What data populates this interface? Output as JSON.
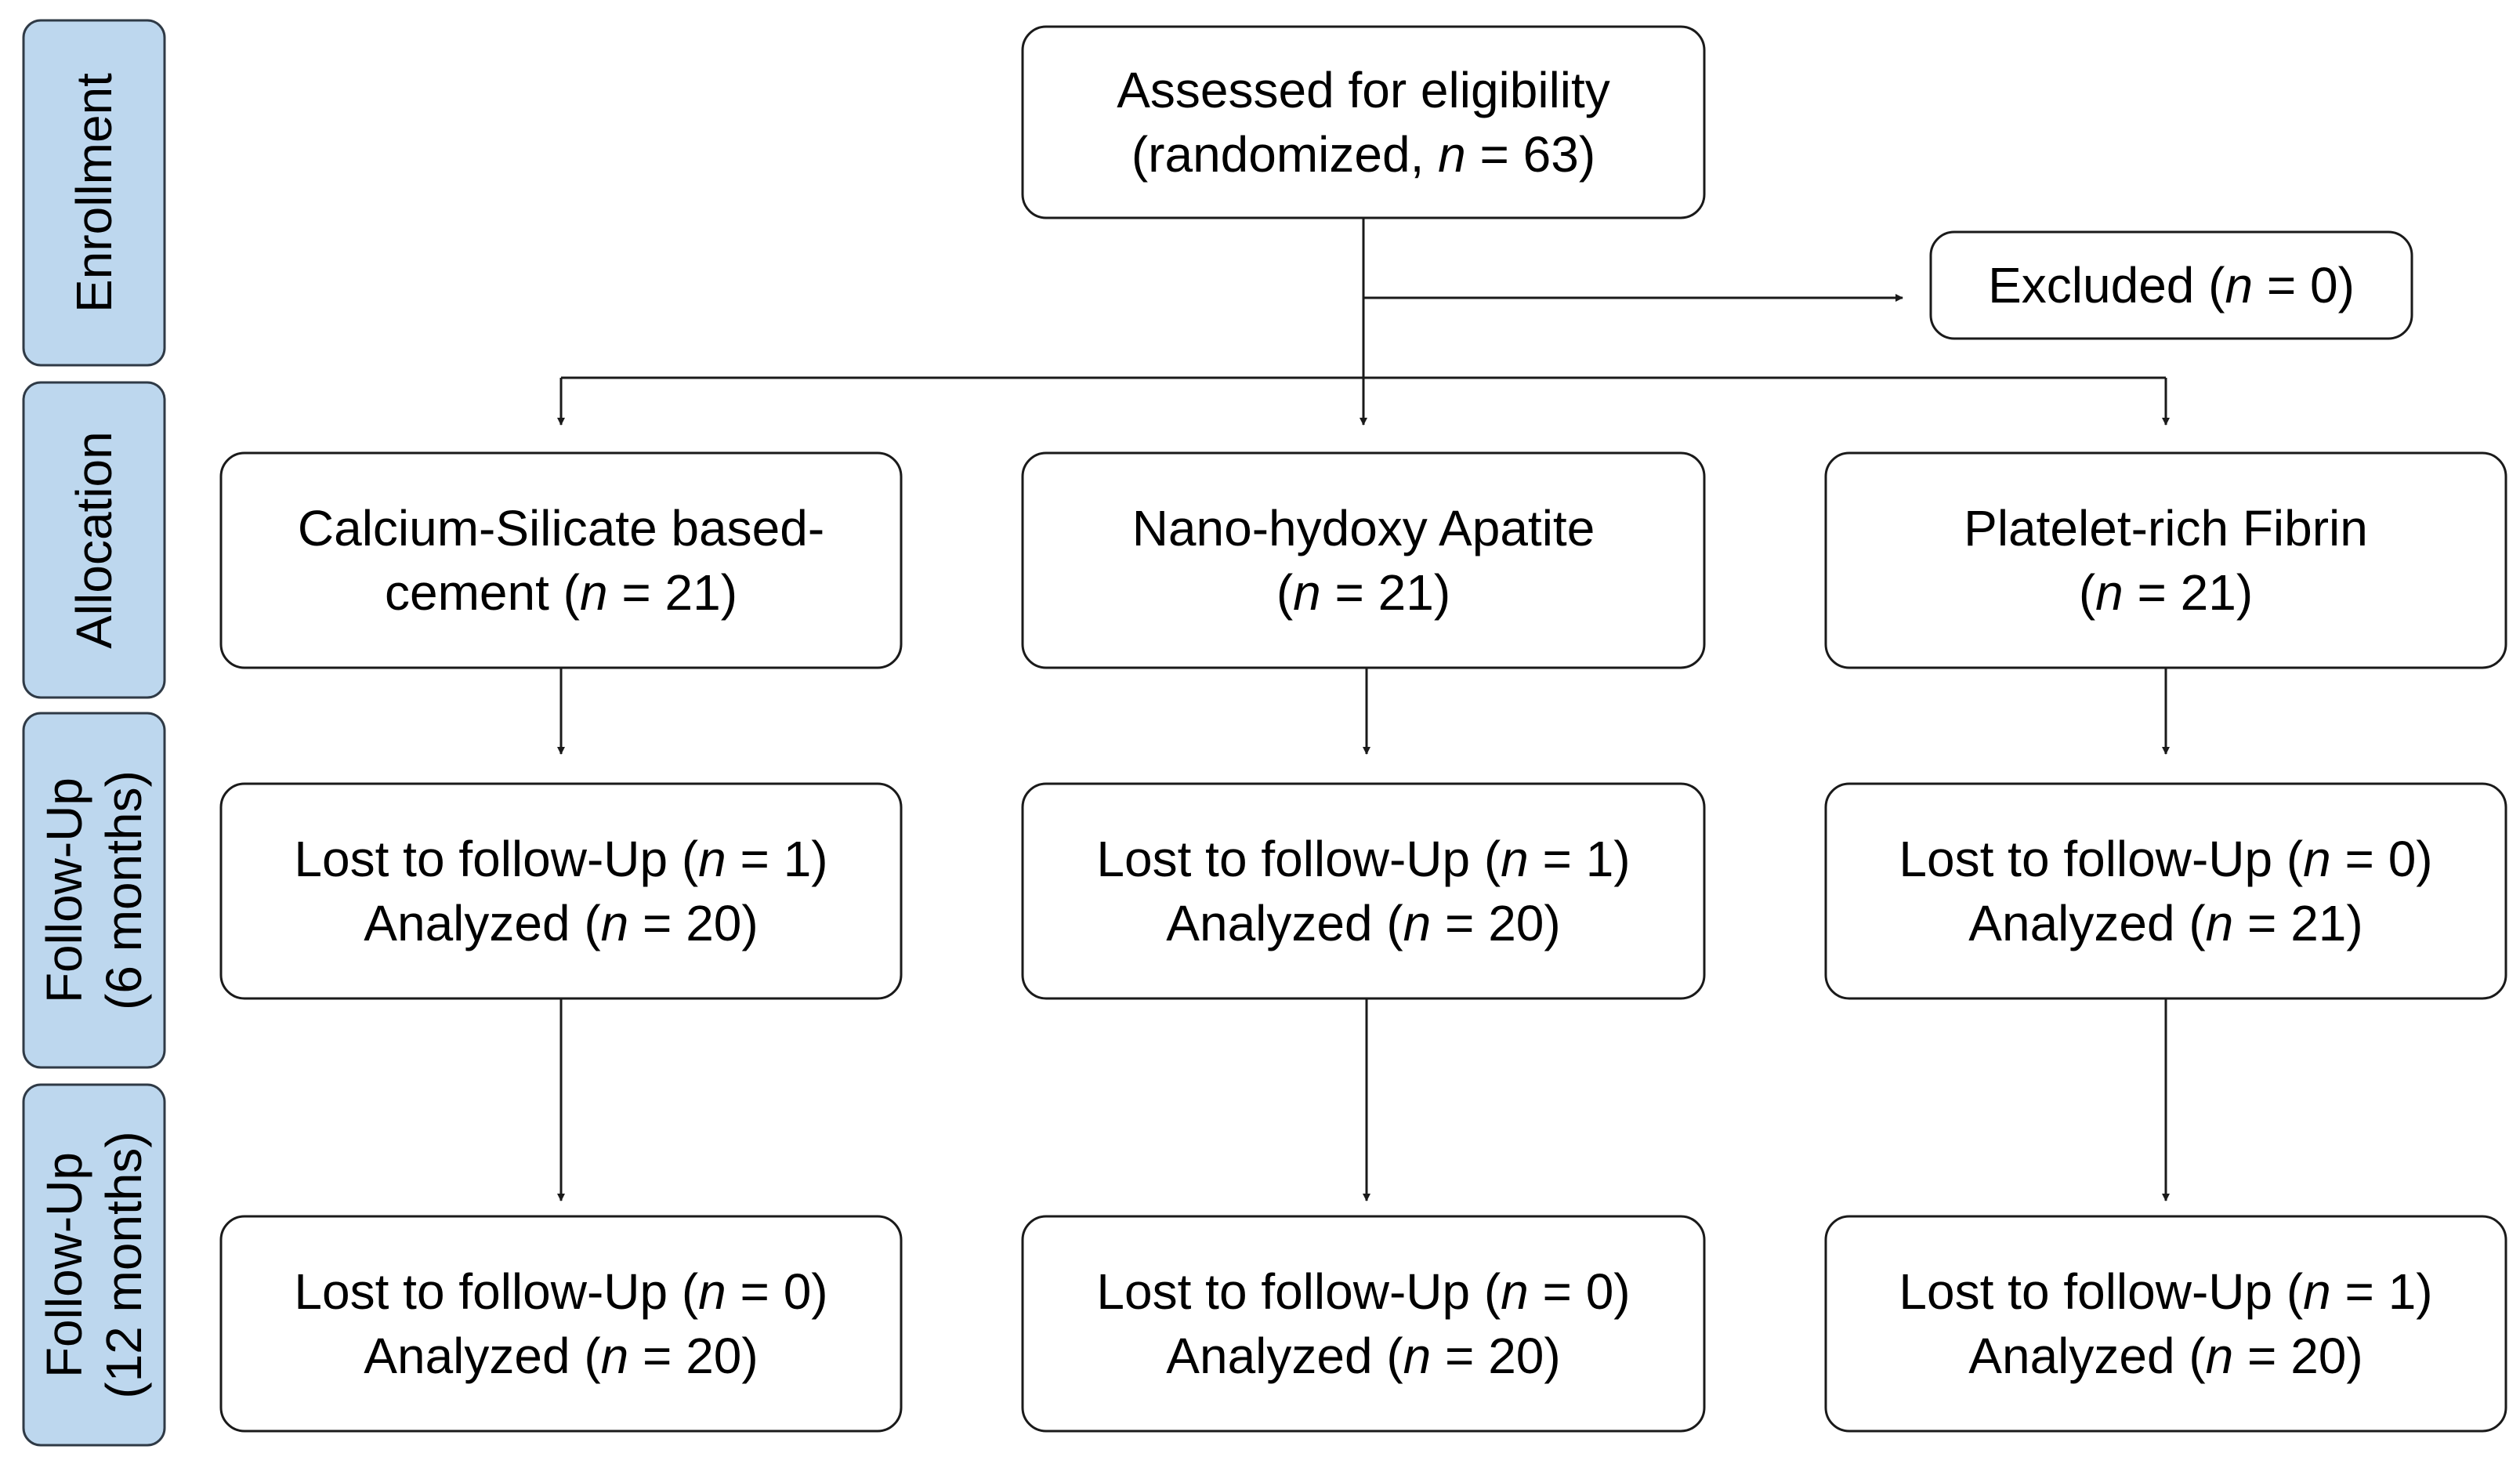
{
  "colors": {
    "stage_fill": "#bdd7ee",
    "stage_stroke": "#2f3a46",
    "box_stroke": "#1a1a1a",
    "line": "#1a1a1a"
  },
  "stages": [
    {
      "id": "enrollment",
      "lines": [
        "Enrollment"
      ]
    },
    {
      "id": "allocation",
      "lines": [
        "Allocation"
      ]
    },
    {
      "id": "followup6",
      "lines": [
        "Follow-Up",
        "(6 months)"
      ]
    },
    {
      "id": "followup12",
      "lines": [
        "Follow-Up",
        "(12 months)"
      ]
    }
  ],
  "boxes": {
    "eligibility": {
      "lines": [
        [
          {
            "t": "Assessed for eligibility"
          }
        ],
        [
          {
            "t": "(randomized, "
          },
          {
            "t": "n",
            "i": true
          },
          {
            "t": " = 63)"
          }
        ]
      ]
    },
    "excluded": {
      "lines": [
        [
          {
            "t": "Excluded ("
          },
          {
            "t": "n",
            "i": true
          },
          {
            "t": " = 0)"
          }
        ]
      ]
    },
    "alloc_csc": {
      "lines": [
        [
          {
            "t": "Calcium-Silicate based-"
          }
        ],
        [
          {
            "t": "cement ("
          },
          {
            "t": "n",
            "i": true
          },
          {
            "t": " = 21)"
          }
        ]
      ]
    },
    "alloc_nha": {
      "lines": [
        [
          {
            "t": "Nano-hydoxy Apatite"
          }
        ],
        [
          {
            "t": "("
          },
          {
            "t": "n",
            "i": true
          },
          {
            "t": " = 21)"
          }
        ]
      ]
    },
    "alloc_prf": {
      "lines": [
        [
          {
            "t": "Platelet-rich Fibrin"
          }
        ],
        [
          {
            "t": "("
          },
          {
            "t": "n",
            "i": true
          },
          {
            "t": " = 21)"
          }
        ]
      ]
    },
    "fu6_csc": {
      "lines": [
        [
          {
            "t": "Lost to follow-Up ("
          },
          {
            "t": "n",
            "i": true
          },
          {
            "t": " = 1)"
          }
        ],
        [
          {
            "t": "Analyzed ("
          },
          {
            "t": "n",
            "i": true
          },
          {
            "t": " = 20)"
          }
        ]
      ]
    },
    "fu6_nha": {
      "lines": [
        [
          {
            "t": "Lost to follow-Up ("
          },
          {
            "t": "n",
            "i": true
          },
          {
            "t": " = 1)"
          }
        ],
        [
          {
            "t": "Analyzed ("
          },
          {
            "t": "n",
            "i": true
          },
          {
            "t": " = 20)"
          }
        ]
      ]
    },
    "fu6_prf": {
      "lines": [
        [
          {
            "t": "Lost to follow-Up ("
          },
          {
            "t": "n",
            "i": true
          },
          {
            "t": " = 0)"
          }
        ],
        [
          {
            "t": "Analyzed ("
          },
          {
            "t": "n",
            "i": true
          },
          {
            "t": " = 21)"
          }
        ]
      ]
    },
    "fu12_csc": {
      "lines": [
        [
          {
            "t": "Lost to follow-Up ("
          },
          {
            "t": "n",
            "i": true
          },
          {
            "t": " = 0)"
          }
        ],
        [
          {
            "t": "Analyzed ("
          },
          {
            "t": "n",
            "i": true
          },
          {
            "t": " = 20)"
          }
        ]
      ]
    },
    "fu12_nha": {
      "lines": [
        [
          {
            "t": "Lost to follow-Up ("
          },
          {
            "t": "n",
            "i": true
          },
          {
            "t": " = 0)"
          }
        ],
        [
          {
            "t": "Analyzed ("
          },
          {
            "t": "n",
            "i": true
          },
          {
            "t": " = 20)"
          }
        ]
      ]
    },
    "fu12_prf": {
      "lines": [
        [
          {
            "t": "Lost to follow-Up ("
          },
          {
            "t": "n",
            "i": true
          },
          {
            "t": " = 1)"
          }
        ],
        [
          {
            "t": "Analyzed ("
          },
          {
            "t": "n",
            "i": true
          },
          {
            "t": " = 20)"
          }
        ]
      ]
    }
  }
}
